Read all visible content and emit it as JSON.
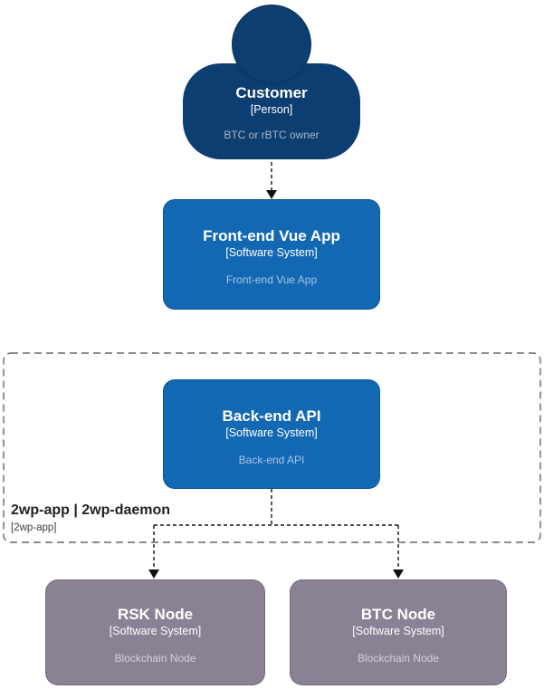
{
  "colors": {
    "background": "#ffffff",
    "person_fill": "#0d3e71",
    "software_system_fill": "#1368b4",
    "blockchain_node_fill": "#8a8294",
    "boundary_border": "#666666",
    "connector": "#111111",
    "title_text": "#ffffff",
    "description_text_on_fill": "rgba(255,255,255,0.62)"
  },
  "nodes": {
    "customer": {
      "title": "Customer",
      "type_label": "[Person]",
      "description": "BTC or rBTC owner"
    },
    "frontend": {
      "title": "Front-end Vue App",
      "type_label": "[Software System]",
      "description": "Front-end Vue App"
    },
    "backend": {
      "title": "Back-end API",
      "type_label": "[Software System]",
      "description": "Back-end API"
    },
    "rsk": {
      "title": "RSK Node",
      "type_label": "[Software System]",
      "description": "Blockchain Node"
    },
    "btc": {
      "title": "BTC Node",
      "type_label": "[Software System]",
      "description": "Blockchain Node"
    }
  },
  "boundary": {
    "title": "2wp-app | 2wp-daemon",
    "type_label": "[2wp-app]"
  }
}
